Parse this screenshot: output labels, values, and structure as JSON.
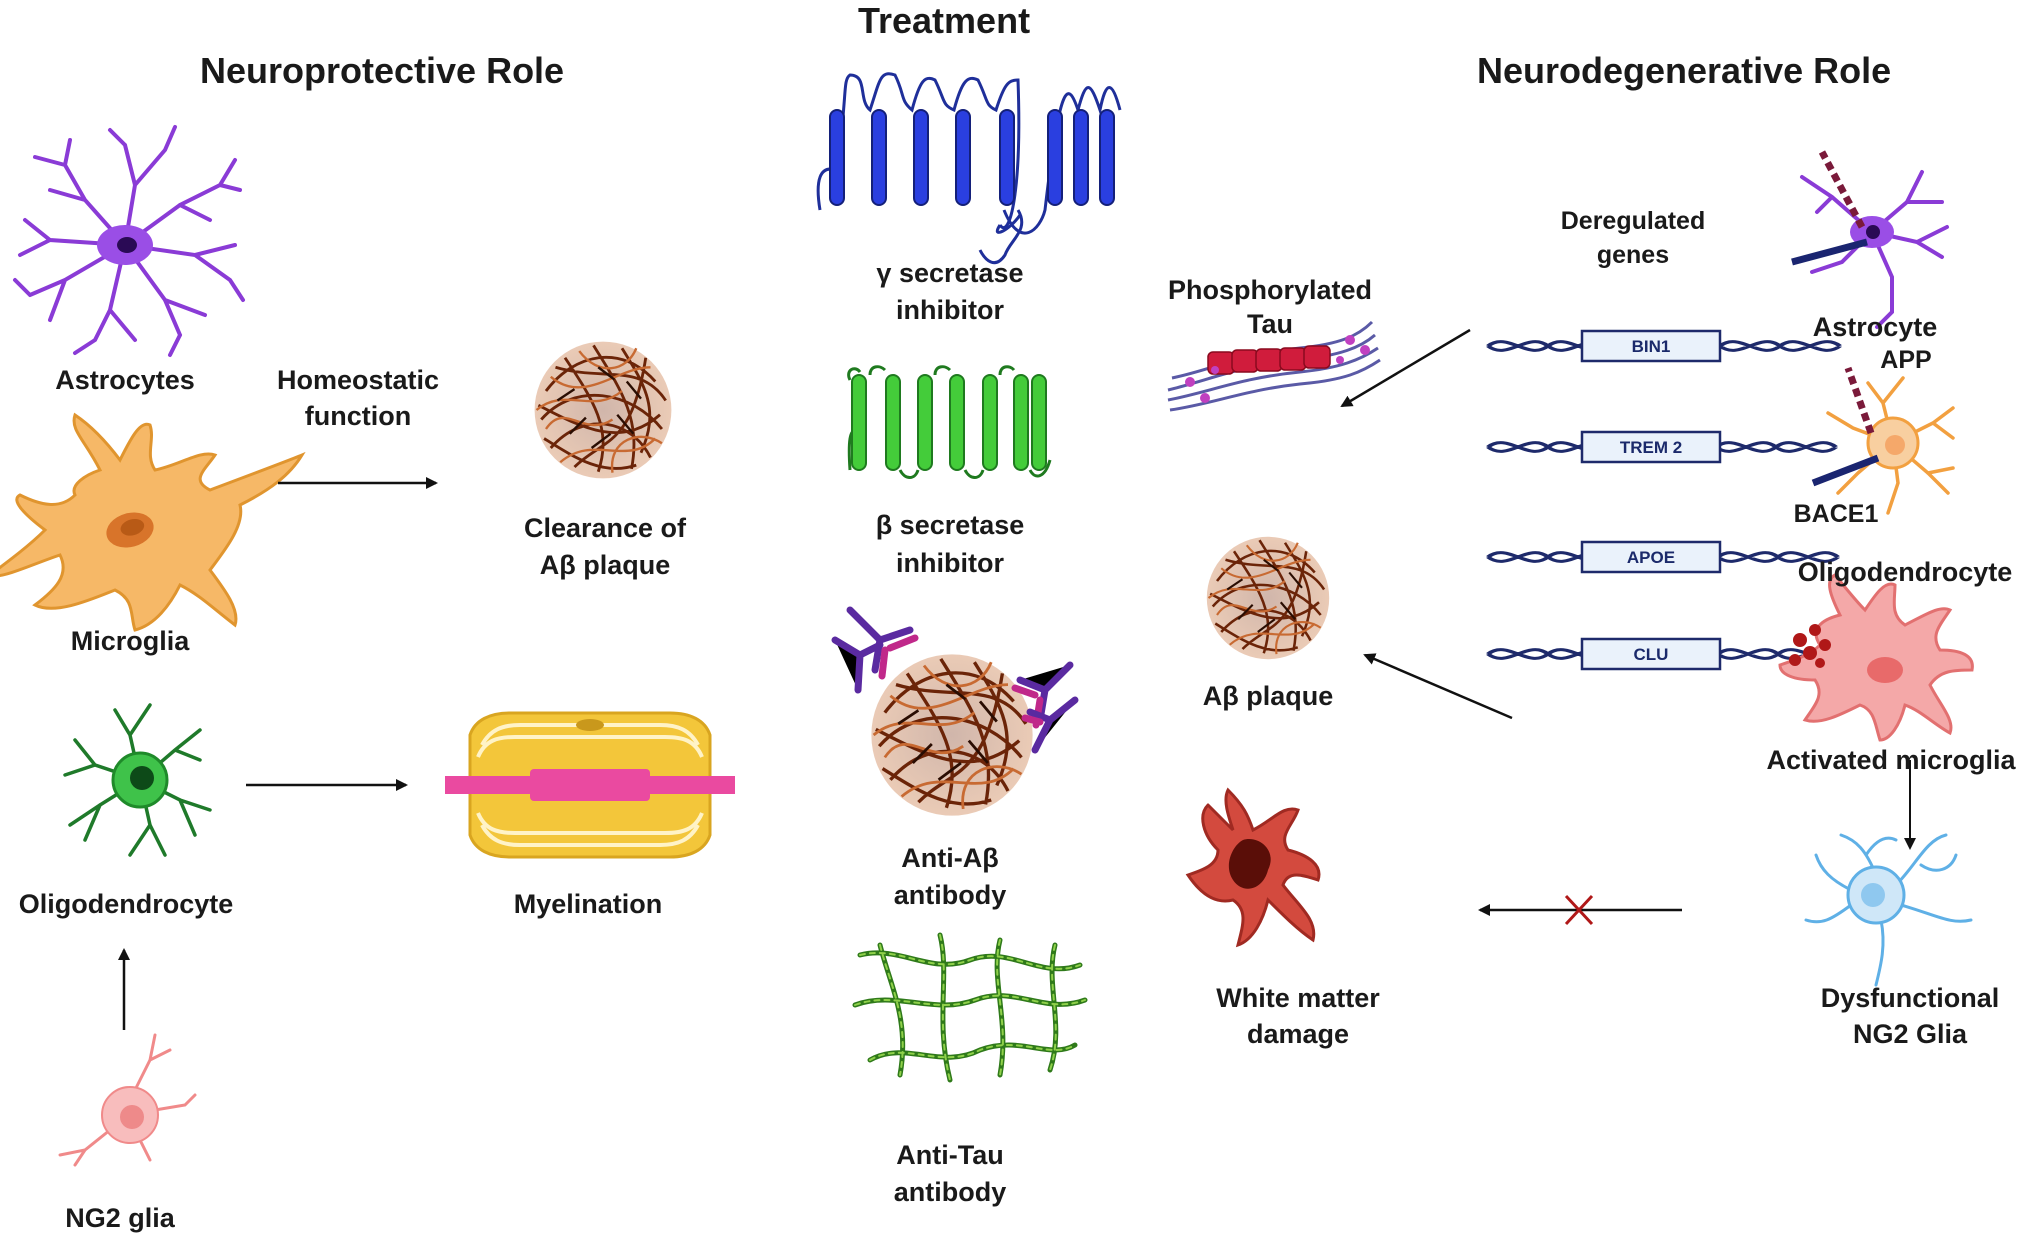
{
  "titles": {
    "neuroprotective": "Neuroprotective Role",
    "treatment": "Treatment",
    "neurodegenerative": "Neurodegenerative Role"
  },
  "neuroprotective": {
    "astrocytes": "Astrocytes",
    "homeostatic_line1": "Homeostatic",
    "homeostatic_line2": "function",
    "microglia": "Microglia",
    "clearance_line1": "Clearance of",
    "clearance_line2": "Aβ  plaque",
    "oligodendrocyte": "Oligodendrocyte",
    "myelination": "Myelination",
    "ng2_glia": "NG2 glia"
  },
  "treatment": {
    "gamma_line1": "γ secretase",
    "gamma_line2": "inhibitor",
    "beta_line1": "β secretase",
    "beta_line2": "inhibitor",
    "anti_ab_line1": "Anti-Aβ",
    "anti_ab_line2": "antibody",
    "anti_tau_line1": "Anti-Tau",
    "anti_tau_line2": "antibody"
  },
  "neurodegenerative": {
    "deregulated_line1": "Deregulated",
    "deregulated_line2": "genes",
    "phospho_line1": "Phosphorylated",
    "phospho_line2": "Tau",
    "genes": [
      "BIN1",
      "TREM 2",
      "APOE",
      "CLU"
    ],
    "astrocyte": "Astrocyte",
    "app": "APP",
    "bace1": "BACE1",
    "oligodendrocyte": "Oligodendrocyte",
    "ab_plaque": "Aβ plaque",
    "activated_microglia": "Activated microglia",
    "white_matter_line1": "White matter",
    "white_matter_line2": "damage",
    "dysfunctional_line1": "Dysfunctional",
    "dysfunctional_line2": "NG2 Glia"
  },
  "colors": {
    "astrocyte": "#8a3bd6",
    "microglia": "#f4b060",
    "oligodendrocyte": "#2aa33a",
    "ng2": "#f2a0a0",
    "plaque": "#a0461c",
    "gamma": "#1f2fbf",
    "beta": "#3fc23a",
    "tau_fibre": "#2f7a1a",
    "dysfunctional_ng2": "#5fb0e6",
    "myelin": "#f0c640",
    "axon": "#e8489a",
    "inhibit_x": "#b01818"
  }
}
